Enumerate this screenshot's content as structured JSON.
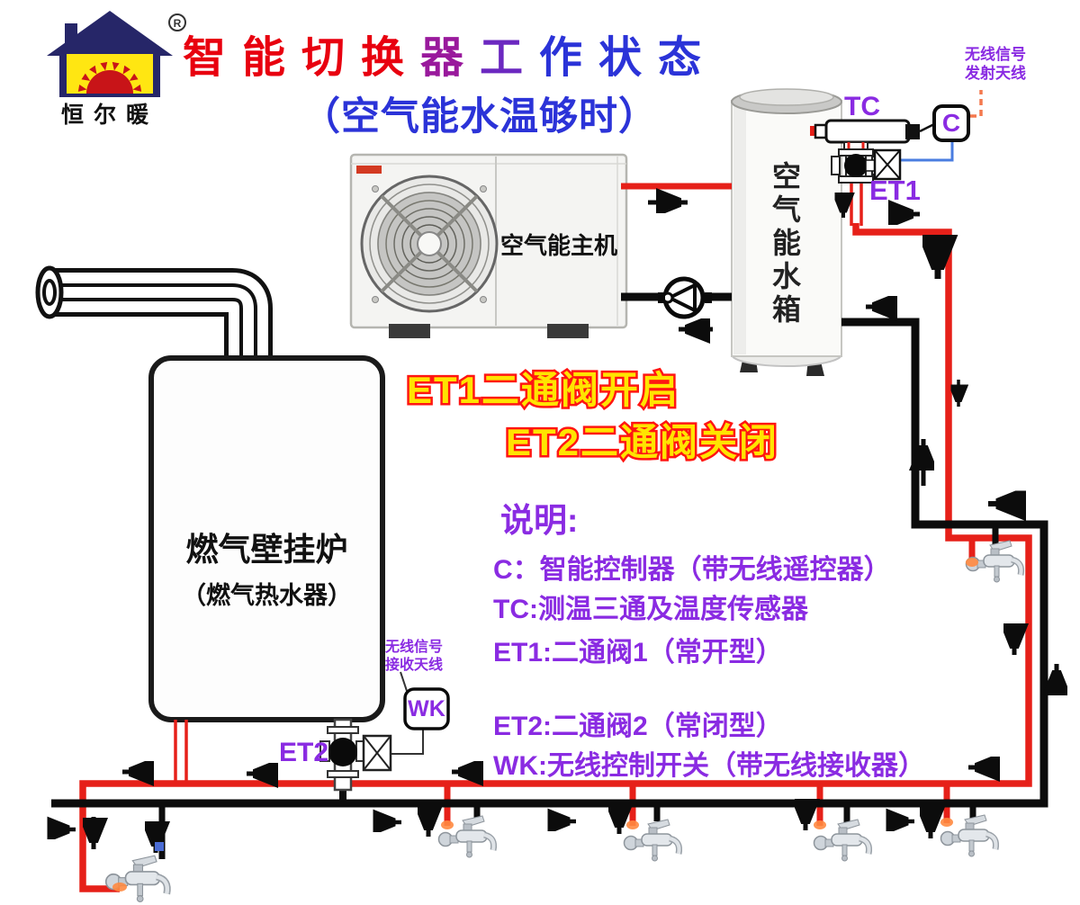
{
  "title": {
    "segments": [
      {
        "text": "智能切换",
        "color": "#e8000f"
      },
      {
        "text": "器",
        "color": "#99199c"
      },
      {
        "text": "工",
        "color": "#6b28c0"
      },
      {
        "text": "作状态",
        "color": "#2b33d8"
      }
    ],
    "subtitle": "（空气能水温够时）"
  },
  "logo": {
    "brand": "恒尔暖",
    "registered": "®"
  },
  "status": {
    "et1_open": "ET1二通阀开启",
    "et2_closed": "ET2二通阀关闭"
  },
  "devices": {
    "heat_pump": "空气能主机",
    "tank": "空气能水箱",
    "boiler": "燃气壁挂炉",
    "boiler_alias": "（燃气热水器）"
  },
  "labels": {
    "c": "C",
    "tc": "TC",
    "et1": "ET1",
    "et2": "ET2",
    "wk": "WK"
  },
  "antenna": {
    "transmit_line1": "无线信号",
    "transmit_line2": "发射天线",
    "receive_line1": "无线信号",
    "receive_line2": "接收天线"
  },
  "legend": {
    "title": "说明:",
    "items": [
      "C：智能控制器（带无线遥控器）",
      "TC:测温三通及温度传感器",
      "ET1:二通阀1（常开型）",
      "ET2:二通阀2（常闭型）",
      "WK:无线控制开关（带无线接收器）"
    ]
  },
  "colors": {
    "hot_pipe": "#e62019",
    "cold_pipe": "#0c0c0c",
    "control_wire": "#4a7de0",
    "antenna_wire": "#f4794e",
    "label_purple": "#8a2be2",
    "status_fill": "#ffe400",
    "status_stroke": "#ff1512"
  }
}
